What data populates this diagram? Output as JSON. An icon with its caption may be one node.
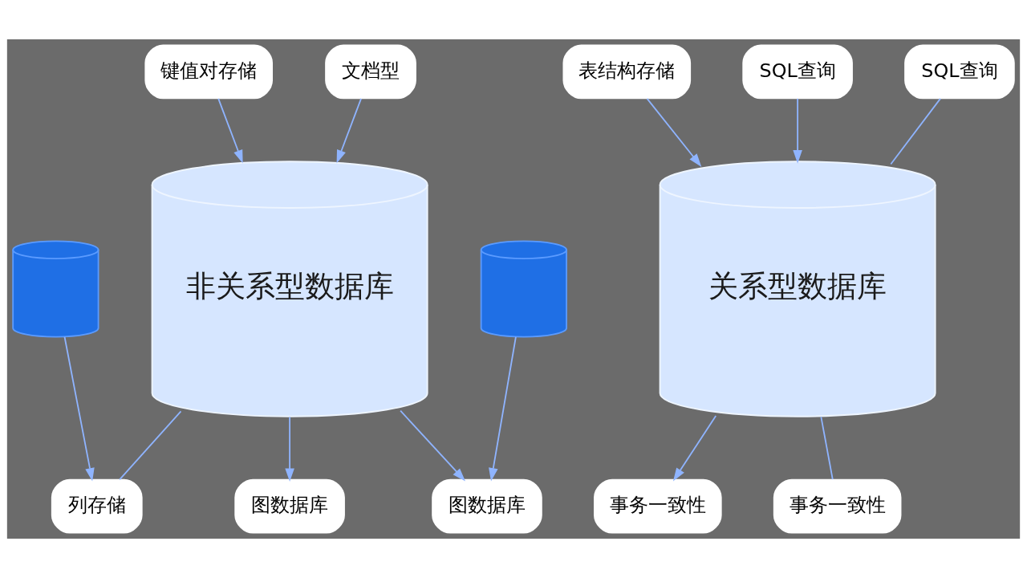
{
  "diagram": {
    "nodes": [
      {
        "text": [
          "非关系型数据库"
        ]
      },
      {
        "text": [
          "键值对存储"
        ]
      },
      {
        "text": [
          "文档型"
        ]
      },
      {
        "text": [],
        "shape": "cylinder"
      },
      {
        "text": [],
        "shape": "cylinder"
      },
      {
        "text": [
          "列存储"
        ]
      },
      {
        "text": [
          "图数据库"
        ]
      },
      {
        "text": [
          "图数据库"
        ]
      },
      {
        "text": [
          "关系型数据库"
        ]
      },
      {
        "text": [
          "表结构存储"
        ]
      },
      {
        "text": [
          "SQL查询"
        ]
      },
      {
        "text": [
          "SQL查询"
        ]
      },
      {
        "text": [
          "事务一致性"
        ]
      },
      {
        "text": [
          "事务一致性"
        ]
      }
    ],
    "edges": [
      {
        "from": 1,
        "to": 0,
        "arrow": "to"
      },
      {
        "from": 2,
        "to": 0,
        "arrow": "to"
      },
      {
        "from": 3,
        "to": 5,
        "arrow": "to"
      },
      {
        "from": 0,
        "to": 5,
        "arrow": "none"
      },
      {
        "from": 4,
        "to": 6,
        "arrow": "to"
      },
      {
        "from": 0,
        "to": 6,
        "arrow": "to"
      },
      {
        "from": 0,
        "to": 7,
        "arrow": "to"
      },
      {
        "from": 9,
        "to": 8,
        "arrow": "to"
      },
      {
        "from": 10,
        "to": 8,
        "arrow": "to"
      },
      {
        "from": 11,
        "to": 8,
        "arrow": "none"
      },
      {
        "from": 8,
        "to": 12,
        "arrow": "to"
      },
      {
        "from": 8,
        "to": 13,
        "arrow": "none"
      }
    ]
  }
}
